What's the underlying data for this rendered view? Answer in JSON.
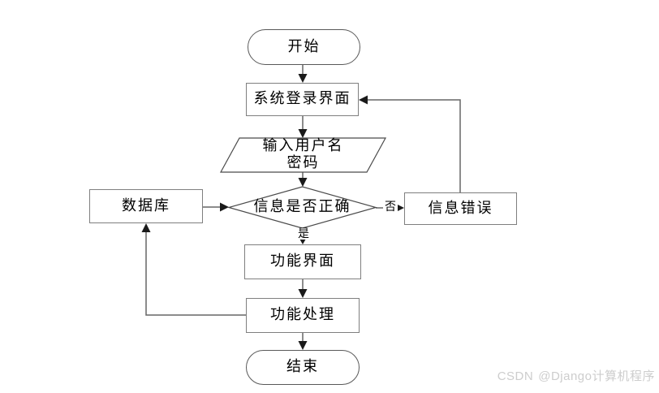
{
  "diagram": {
    "kind": "flowchart",
    "nodes": {
      "start": {
        "label": "开始",
        "shape": "terminator"
      },
      "login": {
        "label": "系统登录界面",
        "shape": "process"
      },
      "input": {
        "line1": "输入用户名",
        "line2": "密码",
        "shape": "input-output"
      },
      "decision": {
        "label": "信息是否正确",
        "shape": "decision"
      },
      "database": {
        "label": "数据库",
        "shape": "process"
      },
      "error": {
        "label": "信息错误",
        "shape": "process"
      },
      "func_ui": {
        "label": "功能界面",
        "shape": "process"
      },
      "func_proc": {
        "label": "功能处理",
        "shape": "process"
      },
      "end": {
        "label": "结束",
        "shape": "terminator"
      }
    },
    "edge_labels": {
      "yes": "是",
      "no": "否"
    },
    "edges": [
      {
        "from": "start",
        "to": "login"
      },
      {
        "from": "login",
        "to": "input"
      },
      {
        "from": "input",
        "to": "decision"
      },
      {
        "from": "database",
        "to": "decision"
      },
      {
        "from": "decision",
        "to": "func_ui",
        "label": "是"
      },
      {
        "from": "decision",
        "to": "error",
        "label": "否"
      },
      {
        "from": "error",
        "to": "login"
      },
      {
        "from": "func_ui",
        "to": "func_proc"
      },
      {
        "from": "func_proc",
        "to": "end"
      },
      {
        "from": "func_proc",
        "to": "database"
      }
    ]
  },
  "watermark": {
    "brand": "CSDN",
    "handle": "@Django计算机程序"
  },
  "colors": {
    "background": "#ffffff",
    "line": "#666666",
    "arrowhead": "#1a1a1a",
    "box_border": "#7f7f7f",
    "text": "#000000",
    "watermark": "#cdcdcd"
  }
}
